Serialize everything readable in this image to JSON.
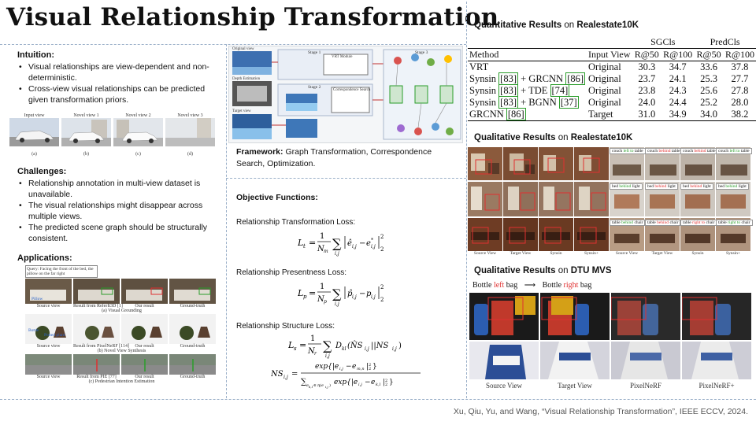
{
  "title": "Visual Relationship Transformation",
  "left": {
    "intuition_title": "Intuition:",
    "intuition": [
      "Visual relationships are view-dependent and non-deterministic.",
      "Cross-view visual relationships can be predicted given transformation priors."
    ],
    "fig1_labels": [
      "Input view",
      "Novel view 1",
      "Novel view 2",
      "Novel view 3"
    ],
    "fig1_sub": [
      "(a)",
      "(b)",
      "(c)",
      "(d)"
    ],
    "challenges_title": "Challenges:",
    "challenges": [
      "Relationship annotation in multi-view dataset is unavailable.",
      "The visual relationships might disappear across multiple views.",
      "The predicted scene graph should be structurally consistent."
    ],
    "applications_title": "Applications:",
    "app_query": "Query: Facing the front of the bed, the pillow on the far right",
    "app_row1": [
      "Source view",
      "Result from ReferIt3D [1]",
      "Our result",
      "Ground-truth"
    ],
    "app_cap1": "(a) Visual Grounding",
    "app_row2": [
      "Source view",
      "Result from PixelNeRF [114]",
      "Our result",
      "Ground-truth"
    ],
    "app_cap2": "(b) Novel View Synthesis",
    "app_row3": [
      "Source view",
      "Result from PIE [77]",
      "Our result",
      "Ground-truth"
    ],
    "app_cap3": "(c) Pedestrian Intention Estimation",
    "app_tags": [
      "Pillow",
      "Bottle",
      "Potted plant"
    ]
  },
  "middle": {
    "framework_labels": [
      "Original view",
      "Depth Estimation",
      "Target view",
      "Stage 1",
      "Stage 2",
      "Stage 3",
      "VRT Module",
      "Correspondence Search"
    ],
    "framework_caption_bold": "Framework:",
    "framework_caption": " Graph Transformation, Correspondence Search, Optimization.",
    "objectives_title": "Objective Functions:",
    "loss1_name": "Relationship Transformation Loss:",
    "loss2_name": "Relationship Presentness Loss:",
    "loss3_name": "Relationship Structure Loss:"
  },
  "right": {
    "quant_title_bold": "Quantitative Results",
    "quant_title_on": " on ",
    "quant_title_ds": "Realestate10K",
    "table": {
      "group_headers": [
        "SGCls",
        "PredCls"
      ],
      "headers": [
        "Method",
        "Input View",
        "R@50",
        "R@100",
        "R@50",
        "R@100"
      ],
      "rows": [
        {
          "method": "VRT",
          "view": "Original",
          "vals": [
            "30.3",
            "34.7",
            "33.6",
            "37.8"
          ]
        },
        {
          "method": "Synsin [83] + GRCNN [86]",
          "view": "Original",
          "vals": [
            "23.7",
            "24.1",
            "25.3",
            "27.7"
          ]
        },
        {
          "method": "Synsin [83] + TDE [74]",
          "view": "Original",
          "vals": [
            "23.8",
            "24.3",
            "25.6",
            "27.8"
          ]
        },
        {
          "method": "Synsin [83] + BGNN [37]",
          "view": "Original",
          "vals": [
            "24.0",
            "24.4",
            "25.2",
            "28.0"
          ]
        },
        {
          "method": "GRCNN [86]",
          "view": "Target",
          "vals": [
            "31.0",
            "34.9",
            "34.0",
            "38.2"
          ]
        }
      ]
    },
    "qual1_title_bold": "Qualitative Results",
    "qual1_title_on": " on ",
    "qual1_title_ds": "Realestate10K",
    "qual1_chips": [
      [
        "couch left to table",
        "couch behind table",
        "couch behind table",
        "couch left to table"
      ],
      [
        "bed behind light",
        "bed behind light",
        "bed behind light",
        "bed behind light"
      ],
      [
        "table behind chair",
        "table behind chair",
        "table right to chair",
        "table right to chair"
      ]
    ],
    "qual1_labels": [
      "Source View",
      "Target View",
      "Synsin",
      "Synsin+",
      "Source View",
      "Target View",
      "Synsin",
      "Synsin+"
    ],
    "qual2_title_bold": "Qualitative Results",
    "qual2_title_on": " on ",
    "qual2_title_ds": "DTU MVS",
    "qual2_rel1": "Bottle left bag",
    "qual2_rel2": "Bottle right bag",
    "qual2_labels": [
      "Source View",
      "Target View",
      "PixelNeRF",
      "PixelNeRF+"
    ]
  },
  "footer": "Xu, Qiu, Yu, and Wang, “Visual Relationship Transformation”, IEEE ECCV, 2024.",
  "colors": {
    "green": "#2a9d2a",
    "red": "#e03030",
    "divider": "#9bb0c9"
  }
}
